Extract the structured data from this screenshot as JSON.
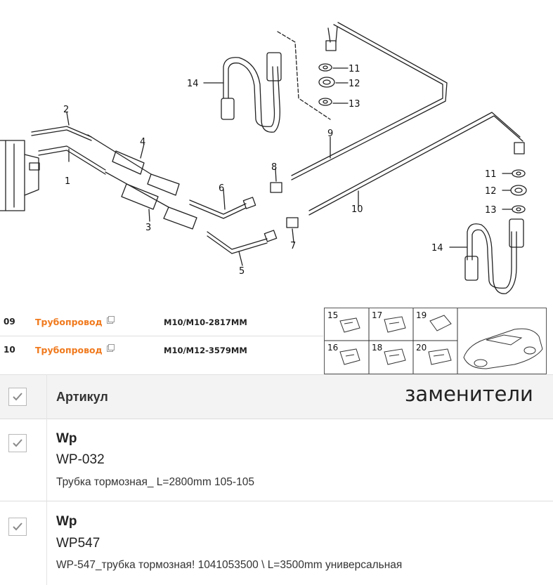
{
  "diagram": {
    "callouts": [
      "1",
      "2",
      "3",
      "4",
      "5",
      "6",
      "7",
      "8",
      "9",
      "10",
      "11",
      "12",
      "13",
      "14"
    ],
    "thumbnails": [
      "15",
      "16",
      "17",
      "18",
      "19",
      "20"
    ]
  },
  "parts_list": [
    {
      "index": "09",
      "name": "Трубопровод",
      "spec": "M10/M10-2817MM"
    },
    {
      "index": "10",
      "name": "Трубопровод",
      "spec": "M10/M12-3579MM"
    }
  ],
  "table": {
    "header": {
      "article_label": "Артикул",
      "substitutes_label": "заменители"
    },
    "rows": [
      {
        "brand": "Wp",
        "code": "WP-032",
        "description": "Трубка тормозная_ L=2800mm 105-105"
      },
      {
        "brand": "Wp",
        "code": "WP547",
        "description": "WP-547_трубка тормозная! 1041053500 \\ L=3500mm универсальная"
      }
    ]
  },
  "colors": {
    "accent": "#f07a1e",
    "check": "#8a8a8a",
    "header_bg": "#f3f3f3"
  }
}
